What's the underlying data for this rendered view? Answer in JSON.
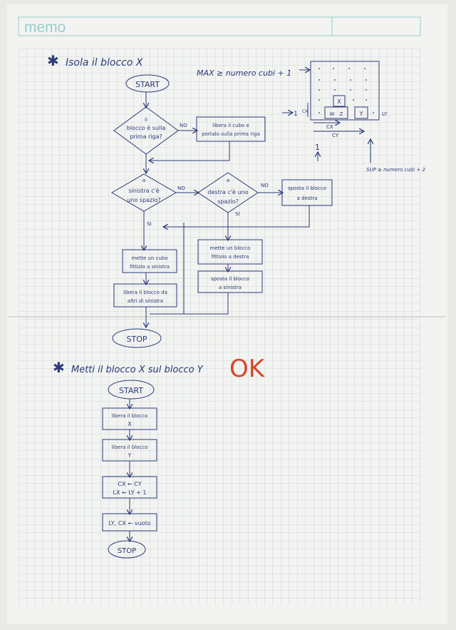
{
  "header": {
    "label": "memo"
  },
  "section1": {
    "title": "Isola il blocco X",
    "constraint_max": "MAX ≥ numero cubi + 1",
    "constraint_sup": "SUP ≥ numero cubi + 2",
    "flow": {
      "start": "START",
      "d1": [
        "il",
        "blocco è sulla",
        "prima riga?"
      ],
      "d1_no": "NO",
      "p_free": [
        "libera il cubo e",
        "portalo sulla prima riga"
      ],
      "d2": [
        "a",
        "sinistra c'è",
        "uno spazio?"
      ],
      "d2_no": "NO",
      "d2_si": "SI",
      "d3": [
        "a",
        "destra c'è uno",
        "spazio?"
      ],
      "d3_no": "NO",
      "d3_si": "SI",
      "p_right": [
        "sposta il blocco",
        "a destra"
      ],
      "p_fill_left": [
        "mette un cubo",
        "fittizio a sinistra"
      ],
      "p_free_left": [
        "libera il blocco da",
        "altri di sinistra"
      ],
      "p_fill_right": [
        "mette un blocco",
        "fittizio a destra"
      ],
      "p_move_left": [
        "sposta il blocco",
        "a sinistra"
      ],
      "stop": "STOP"
    },
    "grid": {
      "block_x": "X",
      "block_z": "Z",
      "block_w": "W",
      "block_y": "Y",
      "cx_side": "CX",
      "cx": "CX",
      "cy": "CY",
      "ly": "LY",
      "one_left": "1",
      "one_bottom": "1"
    }
  },
  "section2": {
    "title": "Metti il blocco X sul blocco Y",
    "mark": "OK",
    "flow": {
      "start": "START",
      "p1": [
        "libera il blocco",
        "X"
      ],
      "p2": [
        "libera il blocco",
        "Y"
      ],
      "p3": [
        "CX ← CY",
        "LX ← LY + 1"
      ],
      "p4": "LY, CX ← vuoto",
      "stop": "STOP"
    }
  },
  "colors": {
    "paper": "#f3f3f1",
    "grid": "#a9c7c8",
    "ink": "#2b3a78",
    "red": "#d8452b",
    "header": "#96cfcd"
  }
}
